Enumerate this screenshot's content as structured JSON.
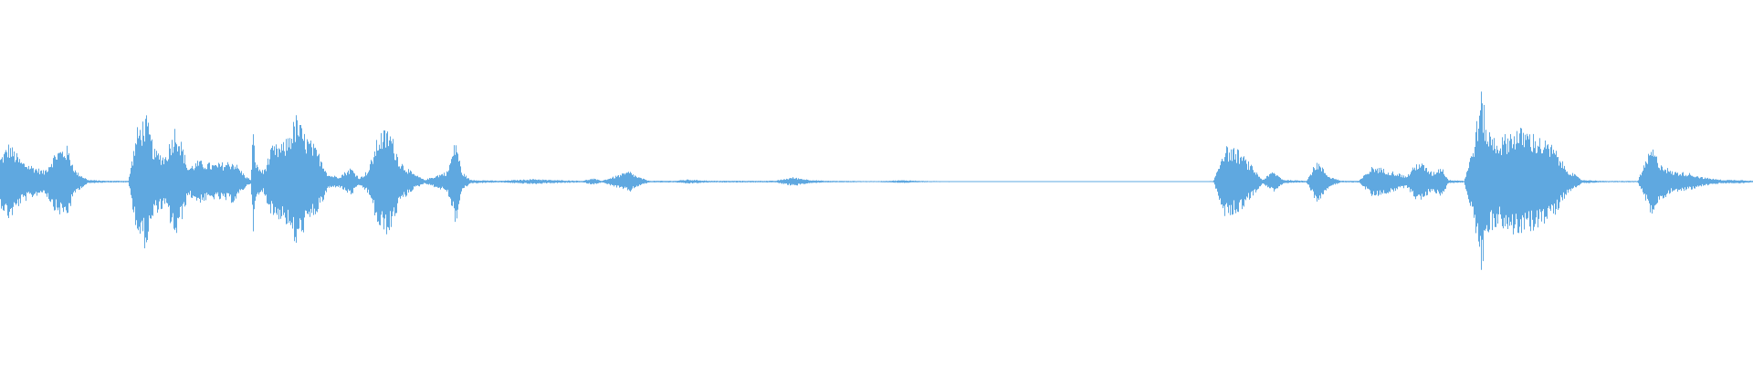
{
  "waveform": {
    "color": "#5fa8e0",
    "background": "#ffffff",
    "max_amplitude": 1.0,
    "envelope": [
      [
        0,
        0.14
      ],
      [
        0.5,
        0.22
      ],
      [
        1.2,
        0.12
      ],
      [
        2.5,
        0.06
      ],
      [
        3.2,
        0.18
      ],
      [
        3.8,
        0.2
      ],
      [
        4.3,
        0.06
      ],
      [
        5,
        0.01
      ],
      [
        6,
        0.005
      ],
      [
        7.3,
        0.005
      ],
      [
        7.8,
        0.3
      ],
      [
        8.3,
        0.38
      ],
      [
        8.8,
        0.18
      ],
      [
        9.4,
        0.15
      ],
      [
        10,
        0.33
      ],
      [
        10.4,
        0.2
      ],
      [
        10.7,
        0.08
      ],
      [
        11.3,
        0.12
      ],
      [
        12.2,
        0.1
      ],
      [
        13.3,
        0.12
      ],
      [
        14,
        0.03
      ],
      [
        14.3,
        0.01
      ],
      [
        14.4,
        0.3
      ],
      [
        14.6,
        0.1
      ],
      [
        15,
        0.06
      ],
      [
        15.5,
        0.2
      ],
      [
        16.2,
        0.22
      ],
      [
        16.9,
        0.38
      ],
      [
        17.3,
        0.28
      ],
      [
        17.8,
        0.22
      ],
      [
        18.3,
        0.14
      ],
      [
        18.7,
        0.04
      ],
      [
        19.3,
        0.03
      ],
      [
        20,
        0.08
      ],
      [
        20.5,
        0.02
      ],
      [
        21,
        0.07
      ],
      [
        21.6,
        0.28
      ],
      [
        22.2,
        0.3
      ],
      [
        22.8,
        0.12
      ],
      [
        23.5,
        0.05
      ],
      [
        24.2,
        0.01
      ],
      [
        25.5,
        0.06
      ],
      [
        26,
        0.25
      ],
      [
        26.3,
        0.06
      ],
      [
        26.8,
        0.01
      ],
      [
        28.5,
        0.005
      ],
      [
        30.5,
        0.015
      ],
      [
        31.2,
        0.01
      ],
      [
        33.2,
        0.005
      ],
      [
        33.8,
        0.018
      ],
      [
        34.3,
        0.005
      ],
      [
        35.9,
        0.06
      ],
      [
        36.3,
        0.03
      ],
      [
        37,
        0.005
      ],
      [
        38.5,
        0.005
      ],
      [
        39.2,
        0.012
      ],
      [
        40.5,
        0.005
      ],
      [
        44.2,
        0.005
      ],
      [
        45.2,
        0.025
      ],
      [
        46.2,
        0.01
      ],
      [
        47,
        0.005
      ],
      [
        50,
        0.003
      ],
      [
        51.5,
        0.008
      ],
      [
        53,
        0.003
      ],
      [
        60,
        0.002
      ],
      [
        68,
        0.002
      ],
      [
        69.2,
        0.003
      ],
      [
        69.8,
        0.2
      ],
      [
        70.6,
        0.18
      ],
      [
        71.3,
        0.1
      ],
      [
        72,
        0.01
      ],
      [
        72.6,
        0.06
      ],
      [
        73.2,
        0.01
      ],
      [
        74.5,
        0.005
      ],
      [
        75.1,
        0.12
      ],
      [
        75.8,
        0.03
      ],
      [
        76.5,
        0.005
      ],
      [
        77.5,
        0.005
      ],
      [
        78.3,
        0.09
      ],
      [
        79,
        0.07
      ],
      [
        79.7,
        0.05
      ],
      [
        80.2,
        0.03
      ],
      [
        80.9,
        0.12
      ],
      [
        81.7,
        0.05
      ],
      [
        82.2,
        0.09
      ],
      [
        82.6,
        0.01
      ],
      [
        83.5,
        0.005
      ],
      [
        84,
        0.2
      ],
      [
        84.5,
        0.52
      ],
      [
        84.8,
        0.3
      ],
      [
        85.5,
        0.24
      ],
      [
        86.3,
        0.3
      ],
      [
        87,
        0.3
      ],
      [
        87.8,
        0.25
      ],
      [
        88.6,
        0.2
      ],
      [
        89.3,
        0.08
      ],
      [
        90.2,
        0.01
      ],
      [
        91.5,
        0.004
      ],
      [
        93.4,
        0.004
      ],
      [
        94.2,
        0.2
      ],
      [
        94.6,
        0.12
      ],
      [
        95.3,
        0.06
      ],
      [
        96.3,
        0.05
      ],
      [
        97.1,
        0.025
      ],
      [
        98.2,
        0.01
      ],
      [
        99.2,
        0.01
      ],
      [
        100,
        0.005
      ]
    ]
  }
}
